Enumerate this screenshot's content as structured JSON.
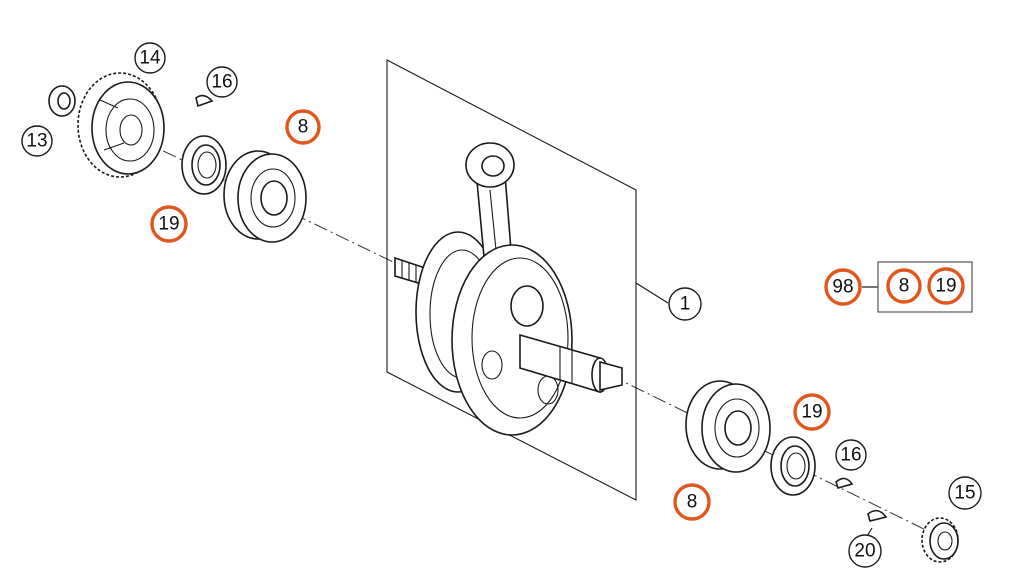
{
  "highlight_color": "#e0561c",
  "callouts": {
    "c14": "14",
    "c16a": "16",
    "c13": "13",
    "c8a": "8",
    "c19a": "19",
    "c1": "1",
    "c98": "98",
    "c8k": "8",
    "c19k": "19",
    "c19b": "19",
    "c16b": "16",
    "c15": "15",
    "c8b": "8",
    "c20": "20"
  },
  "highlighted": [
    "c8a",
    "c19a",
    "c98",
    "c8k",
    "c19k",
    "c19b",
    "c8b"
  ],
  "icons": {
    "crankshaft": "crankshaft-assembly-icon",
    "gear": "timing-gear-icon",
    "bearing": "ball-bearing-icon",
    "seal": "shaft-seal-icon",
    "key": "woodruff-key-icon"
  }
}
